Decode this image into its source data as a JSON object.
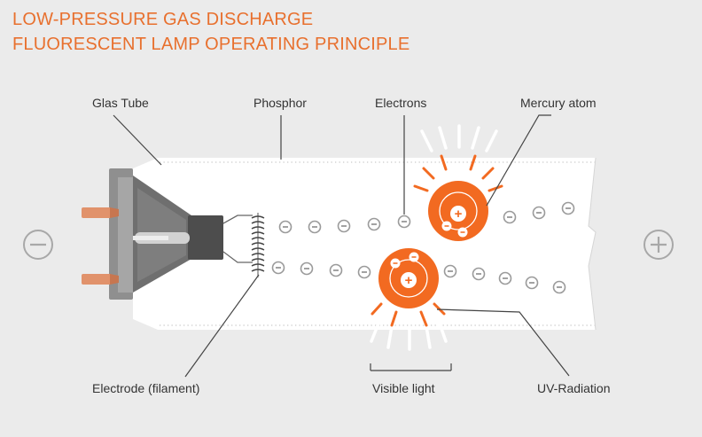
{
  "title": {
    "line1": "LOW-PRESSURE GAS DISCHARGE",
    "line2": "FLUORESCENT LAMP OPERATING PRINCIPLE"
  },
  "labels": {
    "glass_tube": "Glas Tube",
    "phosphor": "Phosphor",
    "electrons": "Electrons",
    "mercury_atom": "Mercury atom",
    "electrode": "Electrode (filament)",
    "visible_light": "Visible light",
    "uv_radiation": "UV-Radiation"
  },
  "symbols": {
    "negative_terminal": "minus-icon",
    "positive_terminal": "plus-icon",
    "electron_charge": "−",
    "nucleus_charge": "+"
  },
  "colors": {
    "accent": "#e8702e",
    "atom": "#f26a21",
    "text": "#333333",
    "line": "#444444",
    "electron": "#9a9a9a",
    "background": "#ebebeb"
  }
}
